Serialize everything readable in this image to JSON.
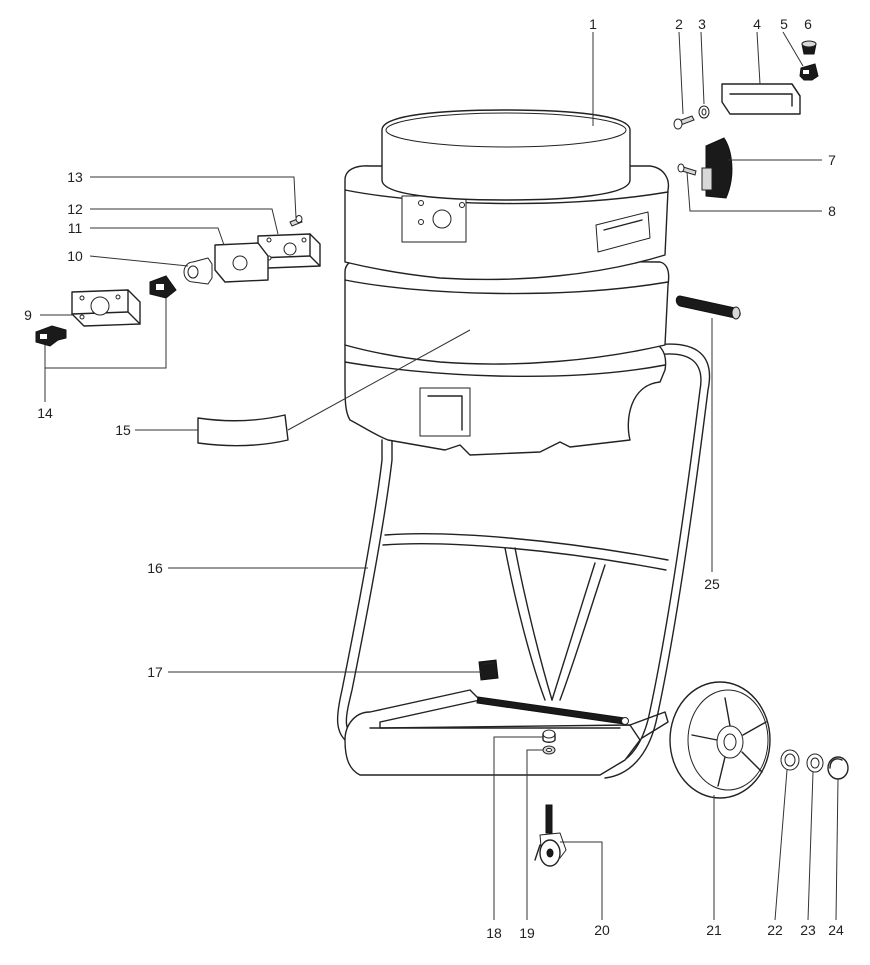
{
  "callouts": {
    "c1": "1",
    "c2": "2",
    "c3": "3",
    "c4": "4",
    "c5": "5",
    "c6": "6",
    "c7": "7",
    "c8": "8",
    "c9": "9",
    "c10": "10",
    "c11": "11",
    "c12": "12",
    "c13": "13",
    "c14": "14",
    "c15": "15",
    "c16": "16",
    "c17": "17",
    "c18": "18",
    "c19": "19",
    "c20": "20",
    "c21": "21",
    "c22": "22",
    "c23": "23",
    "c24": "24",
    "c25": "25"
  },
  "colors": {
    "line": "#222222",
    "background": "#ffffff"
  }
}
